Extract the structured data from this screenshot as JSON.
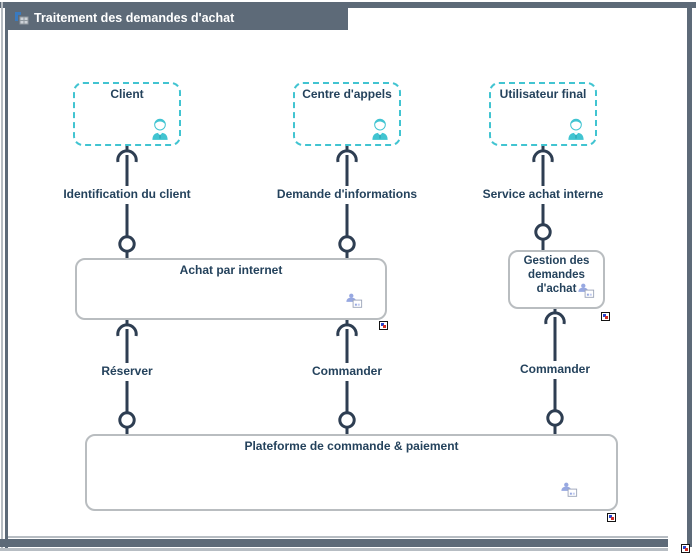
{
  "window": {
    "title": "Traitement des demandes d'achat",
    "title_icon": "diagram-icon"
  },
  "diagram": {
    "actors": [
      {
        "label": "Client"
      },
      {
        "label": "Centre d'appels"
      },
      {
        "label": "Utilisateur final"
      }
    ],
    "applications": [
      {
        "label": "Achat par internet"
      },
      {
        "label": "Gestion des demandes d'achat"
      },
      {
        "label": "Plateforme de commande & paiement"
      }
    ],
    "connections": [
      {
        "label": "Identification du client",
        "from": "Client",
        "to": "Achat par internet"
      },
      {
        "label": "Demande d'informations",
        "from": "Centre d'appels",
        "to": "Achat par internet"
      },
      {
        "label": "Service achat interne",
        "from": "Utilisateur final",
        "to": "Gestion des demandes d'achat"
      },
      {
        "label": "Réserver",
        "from": "Achat par internet",
        "to": "Plateforme de commande & paiement"
      },
      {
        "label": "Commander",
        "from": "Achat par internet",
        "to": "Plateforme de commande & paiement"
      },
      {
        "label": "Commander",
        "from": "Gestion des demandes d'achat",
        "to": "Plateforme de commande & paiement"
      }
    ],
    "colors": {
      "teal": "#41c4d1",
      "line": "#2e3e52",
      "text": "#24425c",
      "title_bar": "#5d6a78",
      "box_border": "#b9bdc0",
      "app_icon": "#97a8e1"
    }
  }
}
